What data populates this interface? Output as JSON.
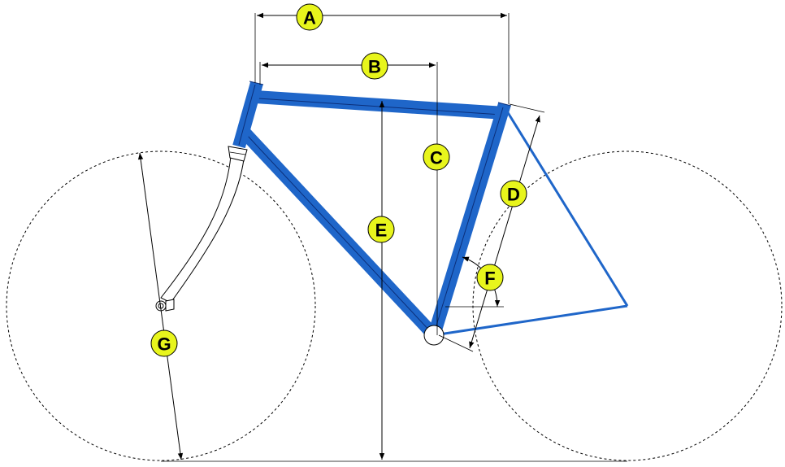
{
  "labels": {
    "A": "A",
    "B": "B",
    "C": "C",
    "D": "D",
    "E": "E",
    "F": "F",
    "G": "G"
  },
  "colors": {
    "frame_tube": "#1f66c9",
    "label_badge": "#e8f51c",
    "dimension_line": "#000000"
  }
}
